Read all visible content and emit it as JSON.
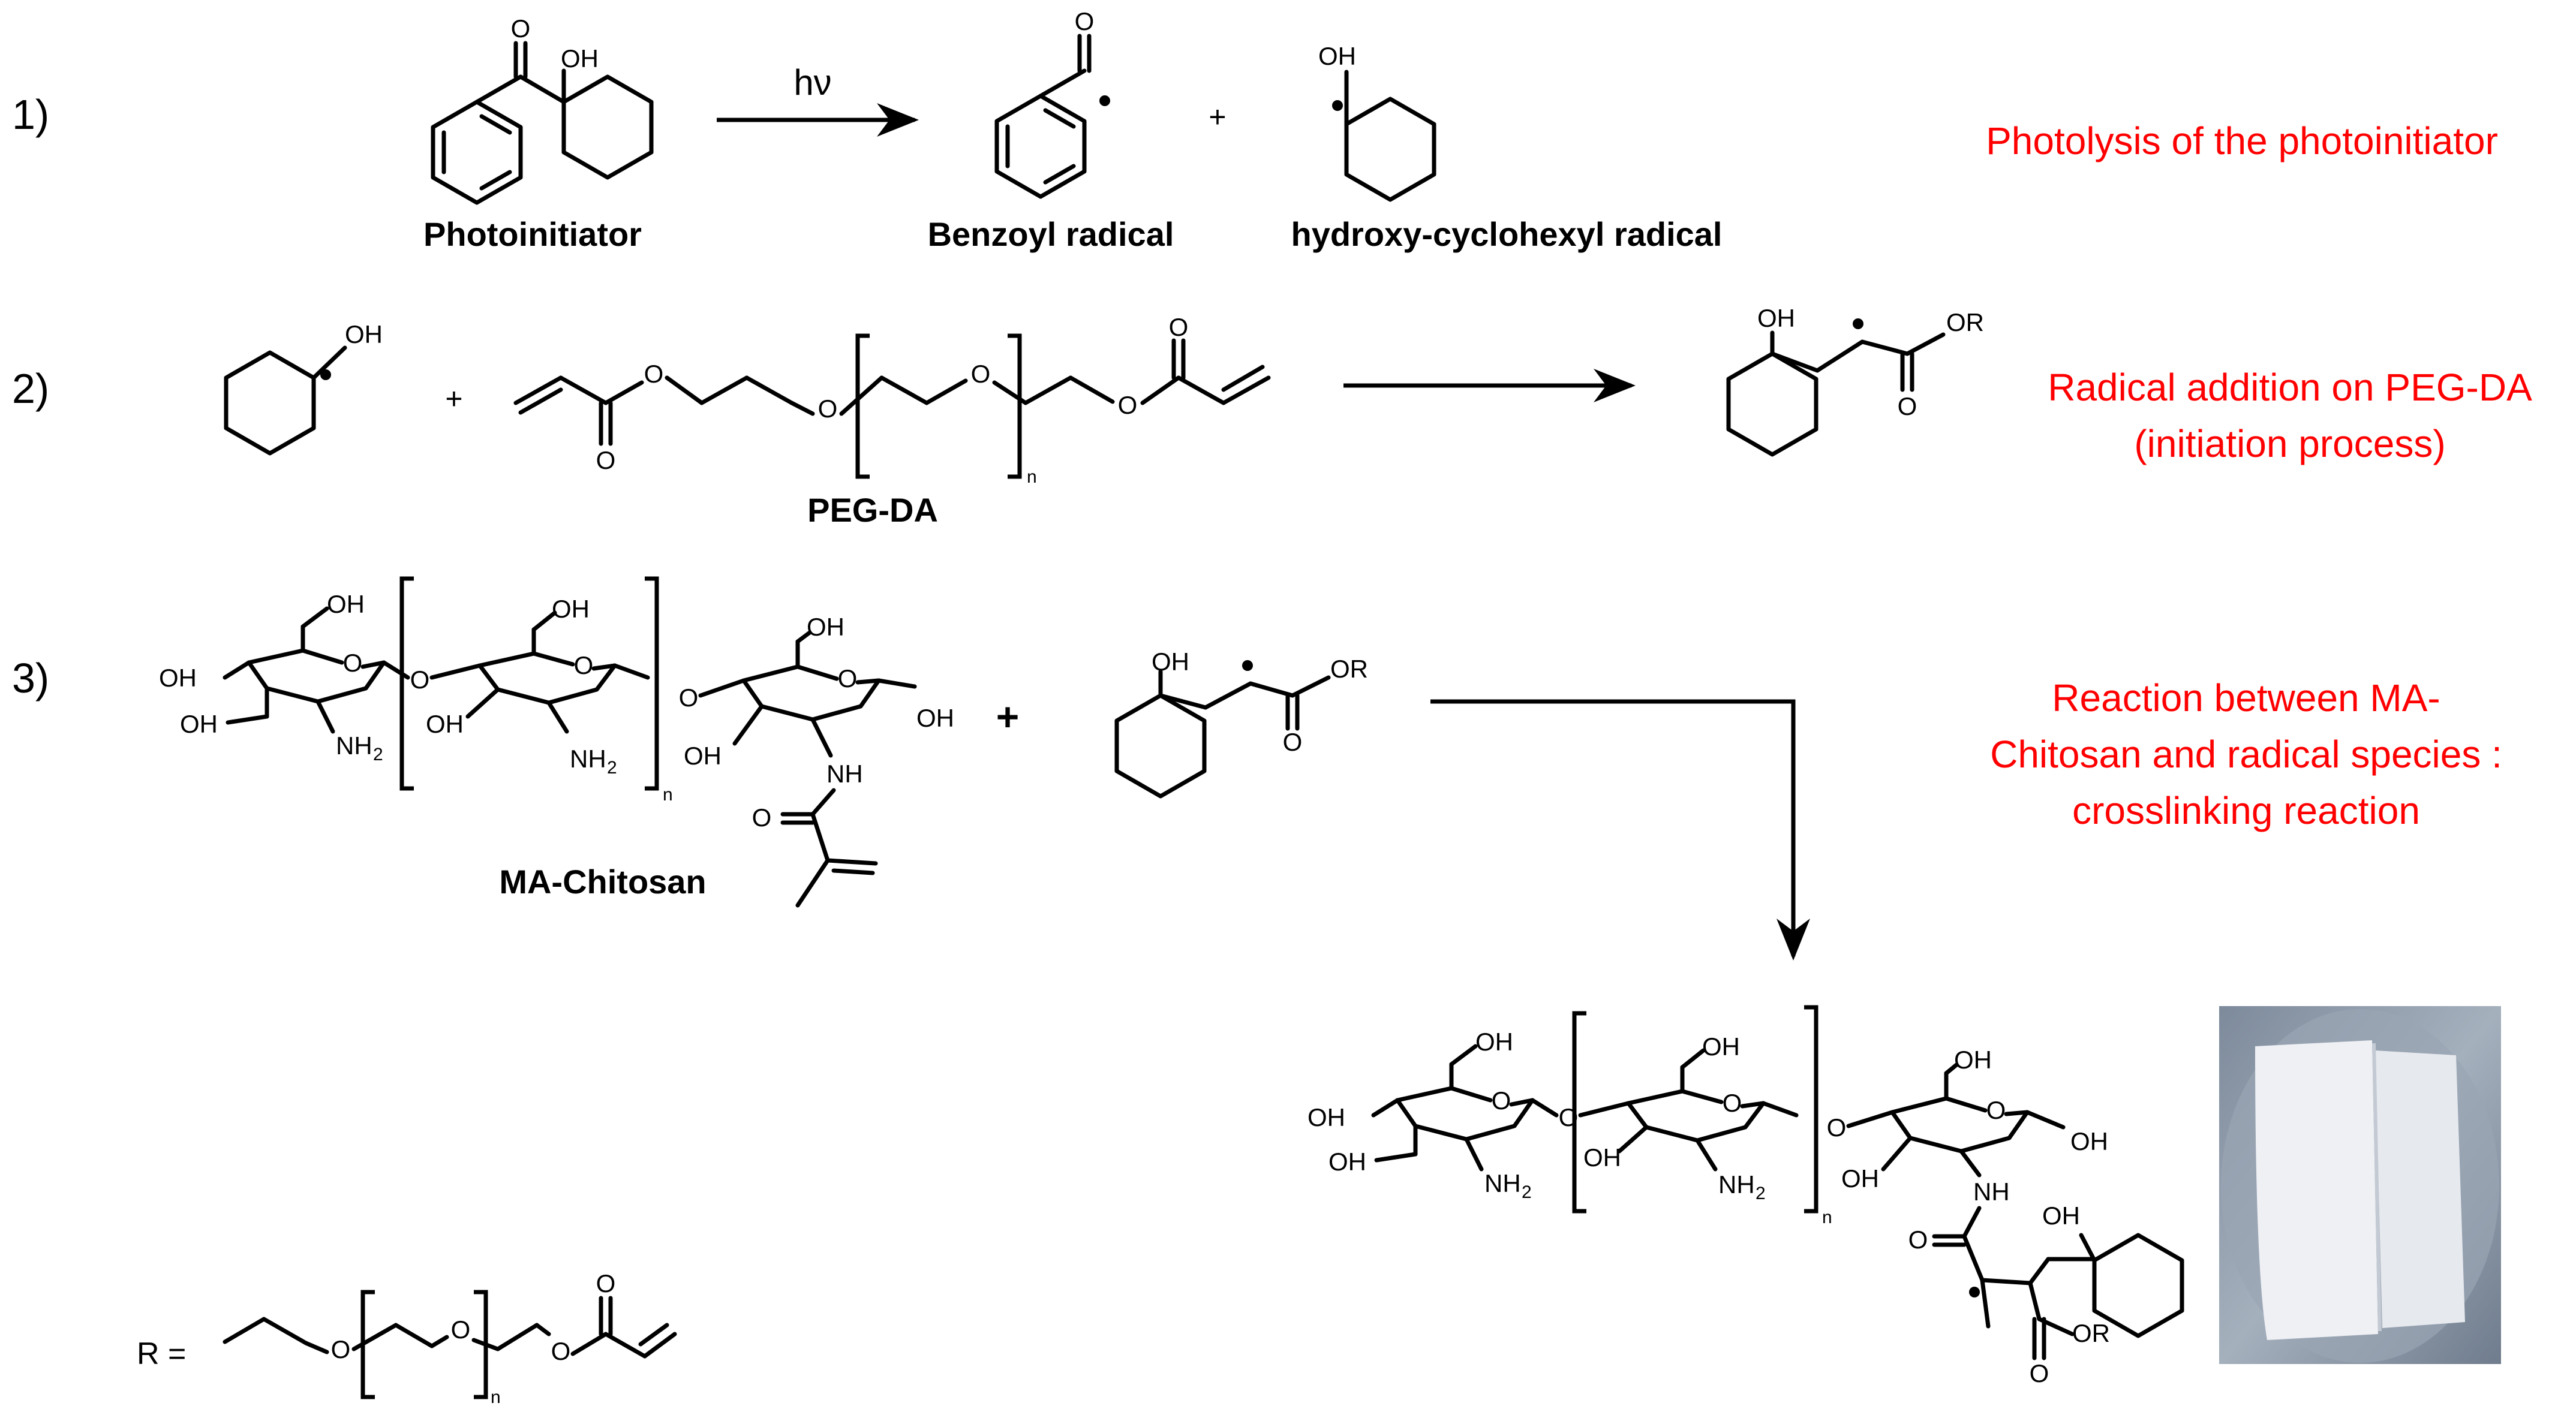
{
  "steps": {
    "s1": "1)",
    "s2": "2)",
    "s3": "3)"
  },
  "labels": {
    "photoinitiator": "Photoinitiator",
    "benzoyl": "Benzoyl radical",
    "hydroxy_cyclohexyl": "hydroxy-cyclohexyl radical",
    "pegda": "PEG-DA",
    "ma_chitosan": "MA-Chitosan",
    "r_def": "R ="
  },
  "descriptions": {
    "d1": "Photolysis of the photoinitiator",
    "d2_line1": "Radical addition on PEG-DA",
    "d2_line2": "(initiation process)",
    "d3_line1": "Reaction between MA-",
    "d3_line2": "Chitosan and radical species :",
    "d3_line3": "crosslinking reaction"
  },
  "operators": {
    "plus": "+",
    "hv": "hν"
  },
  "atoms": {
    "O": "O",
    "OH": "OH",
    "OR": "OR",
    "NH": "NH",
    "NH2": "NH",
    "sub2": "2",
    "n": "n"
  },
  "colors": {
    "description_text": "#ff0000",
    "structures": "#000000",
    "photo_background": "#8c98a8",
    "photo_sample": "#eef0f4"
  }
}
